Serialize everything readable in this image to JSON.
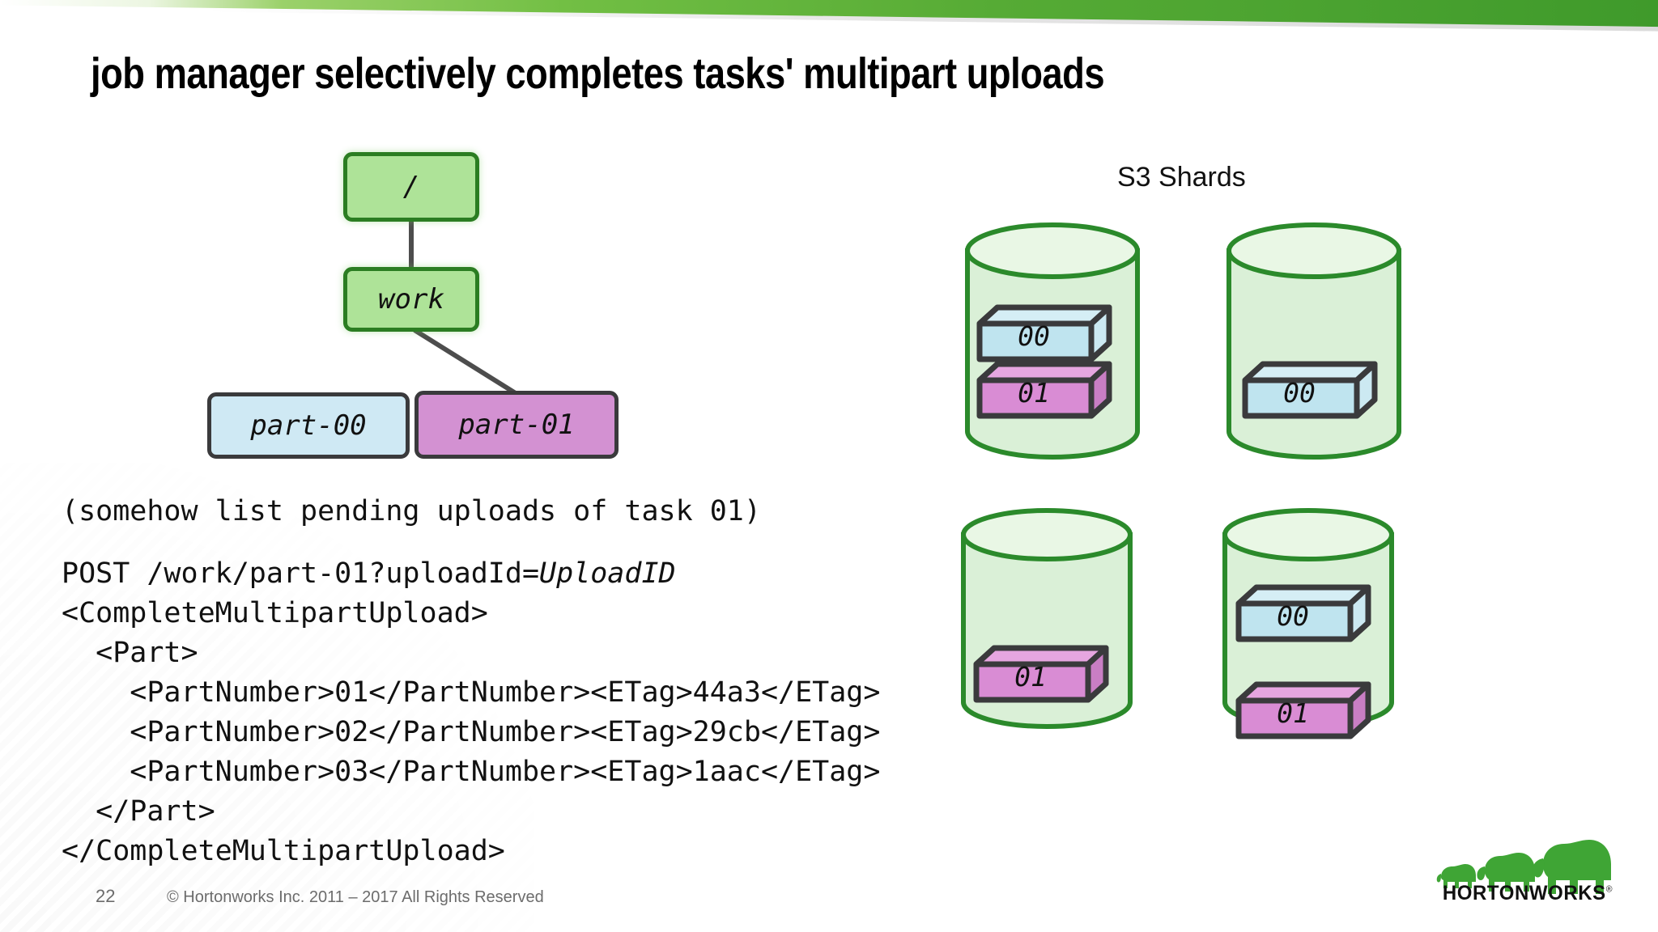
{
  "slide": {
    "title": "job manager selectively completes tasks' multipart uploads",
    "page_number": "22",
    "copyright": "© Hortonworks Inc. 2011 – 2017 All Rights Reserved",
    "brand": {
      "name": "HORTONWORKS",
      "registered_mark": "®",
      "banner_green_light": "#9bd16a",
      "banner_green_dark": "#3f9a2b",
      "logo_green": "#3fa535"
    }
  },
  "tree": {
    "nodes": [
      {
        "id": "root",
        "label": "/",
        "fill": "#aee398",
        "stroke": "#2b7d22"
      },
      {
        "id": "work",
        "label": "work",
        "fill": "#aee398",
        "stroke": "#2b7d22"
      },
      {
        "id": "part00",
        "label": "part-00",
        "fill": "#cfe9f4",
        "stroke": "#3a3a3c"
      },
      {
        "id": "part01",
        "label": "part-01",
        "fill": "#d391d2",
        "stroke": "#3a3a3c"
      }
    ],
    "edges": [
      {
        "from": "root",
        "to": "work"
      },
      {
        "from": "work",
        "to": "part01"
      }
    ],
    "edge_color": "#4d4d4d"
  },
  "code": {
    "comment_line": "(somehow list pending uploads of task 01)",
    "request_prefix": "POST /work/part-01?uploadId=",
    "request_variable": "UploadID",
    "lines": [
      "<CompleteMultipartUpload>",
      "  <Part>",
      "    <PartNumber>01</PartNumber><ETag>44a3</ETag>",
      "    <PartNumber>02</PartNumber><ETag>29cb</ETag>",
      "    <PartNumber>03</PartNumber><ETag>1aac</ETag>",
      "  </Part>",
      "</CompleteMultipartUpload>"
    ],
    "parts": [
      {
        "part_number": "01",
        "etag": "44a3"
      },
      {
        "part_number": "02",
        "etag": "29cb"
      },
      {
        "part_number": "03",
        "etag": "1aac"
      }
    ]
  },
  "shards": {
    "label": "S3 Shards",
    "cylinder_fill": "#daf0d7",
    "cylinder_stroke": "#2b8a2b",
    "brick_blue": "#bfe4ef",
    "brick_purple": "#d98cd4",
    "brick_stroke": "#3a3a3c",
    "cylinders": [
      {
        "id": "shard-1",
        "bricks": [
          {
            "label": "00",
            "color": "blue"
          },
          {
            "label": "01",
            "color": "purple"
          }
        ]
      },
      {
        "id": "shard-2",
        "bricks": [
          {
            "label": "00",
            "color": "blue"
          }
        ]
      },
      {
        "id": "shard-3",
        "bricks": [
          {
            "label": "01",
            "color": "purple"
          }
        ]
      },
      {
        "id": "shard-4",
        "bricks": [
          {
            "label": "00",
            "color": "blue"
          },
          {
            "label": "01",
            "color": "purple"
          }
        ]
      }
    ]
  }
}
